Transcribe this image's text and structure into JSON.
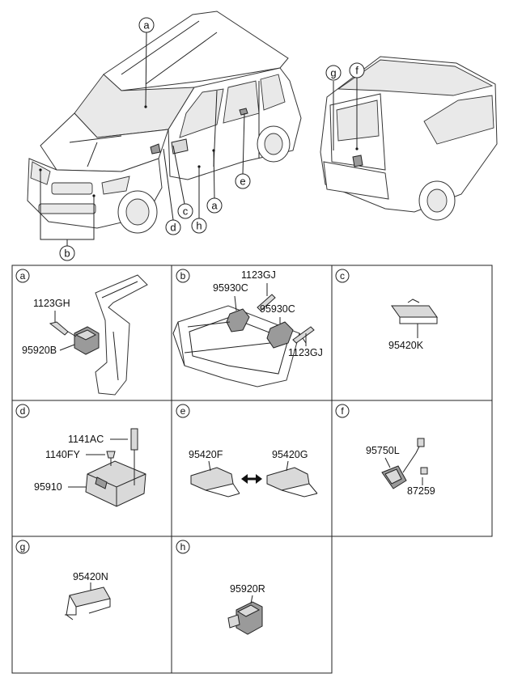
{
  "overview": {
    "callouts": {
      "a_top": "a",
      "a_door": "a",
      "b": "b",
      "c": "c",
      "d": "d",
      "e": "e",
      "f": "f",
      "g": "g",
      "h": "h"
    }
  },
  "cells": {
    "a": {
      "letter": "a",
      "parts": [
        "1123GH",
        "95920B"
      ]
    },
    "b": {
      "letter": "b",
      "parts": [
        "1123GJ",
        "95930C",
        "95930C",
        "1123GJ"
      ]
    },
    "c": {
      "letter": "c",
      "parts": [
        "95420K"
      ]
    },
    "d": {
      "letter": "d",
      "parts": [
        "1141AC",
        "1140FY",
        "95910"
      ]
    },
    "e": {
      "letter": "e",
      "parts": [
        "95420F",
        "95420G"
      ]
    },
    "f": {
      "letter": "f",
      "parts": [
        "95750L",
        "87259"
      ]
    },
    "g": {
      "letter": "g",
      "parts": [
        "95420N"
      ]
    },
    "h": {
      "letter": "h",
      "parts": [
        "95920R"
      ]
    }
  }
}
